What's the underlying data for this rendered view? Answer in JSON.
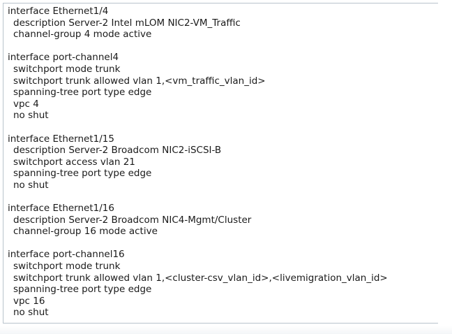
{
  "config_blocks": [
    {
      "header": "interface Ethernet1/4",
      "lines": [
        "description Server-2 Intel mLOM NIC2-VM_Traffic",
        "channel-group 4 mode active"
      ]
    },
    {
      "header": "interface port-channel4",
      "lines": [
        "switchport mode trunk",
        "switchport trunk allowed vlan 1,<vm_traffic_vlan_id>",
        "spanning-tree port type edge",
        "vpc 4",
        "no shut"
      ]
    },
    {
      "header": "interface Ethernet1/15",
      "lines": [
        "description Server-2 Broadcom NIC2-iSCSI-B",
        "switchport access vlan 21",
        "spanning-tree port type edge",
        "no shut"
      ]
    },
    {
      "header": "interface Ethernet1/16",
      "lines": [
        "description Server-2 Broadcom NIC4-Mgmt/Cluster",
        "channel-group 16 mode active"
      ]
    },
    {
      "header": "interface port-channel16",
      "lines": [
        "switchport mode trunk",
        "switchport trunk allowed vlan 1,<cluster-csv_vlan_id>,<livemigration_vlan_id>",
        "spanning-tree port type edge",
        "vpc 16",
        "no shut"
      ]
    }
  ]
}
